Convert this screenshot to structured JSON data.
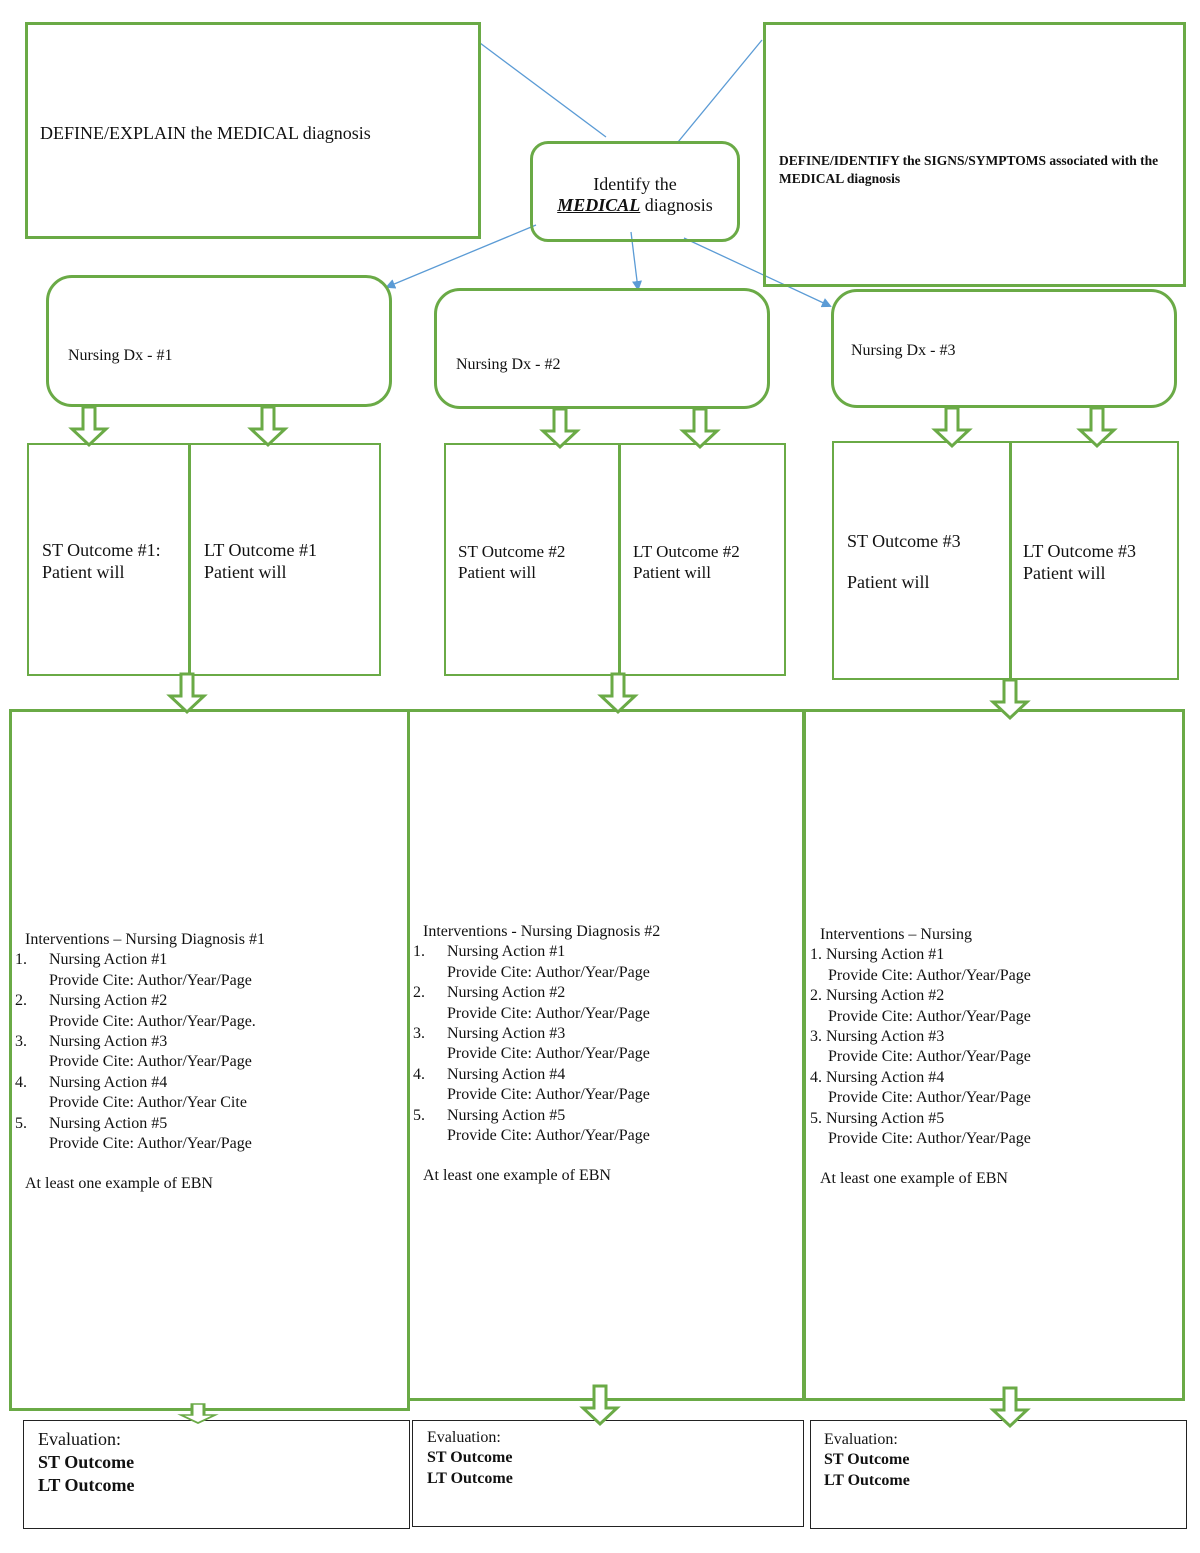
{
  "colors": {
    "border_green": "#6aaa46",
    "connector_blue": "#5b9bd5",
    "eval_border": "#222222"
  },
  "medical": {
    "define_explain": "DEFINE/EXPLAIN the MEDICAL diagnosis",
    "identify_line1": "Identify the",
    "identify_em": "MEDICAL",
    "identify_rest": " diagnosis",
    "define_signs": "DEFINE/IDENTIFY the SIGNS/SYMPTOMS associated with the MEDICAL diagnosis"
  },
  "columns": [
    {
      "nursing_dx": "Nursing Dx - #1",
      "st_title": "ST Outcome #1:",
      "st_sub": "Patient will",
      "lt_title": "LT Outcome #1",
      "lt_sub": "Patient will",
      "interventions_title": "Interventions – Nursing Diagnosis #1",
      "actions": [
        {
          "num": "1.",
          "title": "Nursing Action #1",
          "cite": "Provide Cite: Author/Year/Page"
        },
        {
          "num": "2.",
          "title": "Nursing Action #2",
          "cite": "Provide Cite: Author/Year/Page."
        },
        {
          "num": "3.",
          "title": "Nursing Action #3",
          "cite": "Provide Cite:  Author/Year/Page"
        },
        {
          "num": "4.",
          "title": "Nursing Action #4",
          "cite": "Provide Cite: Author/Year Cite"
        },
        {
          "num": "5.",
          "title": "Nursing Action #5",
          "cite": "Provide Cite: Author/Year/Page"
        }
      ],
      "ebn": "At least one example of EBN",
      "eval_label": "Evaluation:",
      "eval_st": "ST Outcome",
      "eval_lt": "LT Outcome"
    },
    {
      "nursing_dx": "Nursing Dx - #2",
      "st_title": "ST Outcome #2",
      "st_sub": "Patient will",
      "lt_title": "LT Outcome #2",
      "lt_sub": "Patient will",
      "interventions_title": "Interventions - Nursing Diagnosis #2",
      "actions": [
        {
          "num": "1.",
          "title": "Nursing Action #1",
          "cite": "Provide Cite: Author/Year/Page"
        },
        {
          "num": "2.",
          "title": "Nursing Action #2",
          "cite": "Provide Cite: Author/Year/Page"
        },
        {
          "num": "3.",
          "title": "Nursing Action #3",
          "cite": "Provide Cite: Author/Year/Page"
        },
        {
          "num": "4.",
          "title": "Nursing Action #4",
          "cite": "Provide Cite: Author/Year/Page"
        },
        {
          "num": "5.",
          "title": "Nursing Action #5",
          "cite": "Provide Cite: Author/Year/Page"
        }
      ],
      "ebn": "At least one example of EBN",
      "eval_label": "Evaluation:",
      "eval_st": "ST Outcome",
      "eval_lt": "LT Outcome"
    },
    {
      "nursing_dx": "Nursing Dx - #3",
      "st_title": "ST Outcome #3",
      "st_sub": "Patient will",
      "lt_title": "LT Outcome #3",
      "lt_sub": "Patient will",
      "interventions_title": "Interventions – Nursing",
      "actions": [
        {
          "num": "1.",
          "title": "Nursing Action #1",
          "cite": "Provide Cite: Author/Year/Page"
        },
        {
          "num": "2.",
          "title": "Nursing Action #2",
          "cite": "Provide Cite: Author/Year/Page"
        },
        {
          "num": "3.",
          "title": "Nursing Action #3",
          "cite": "Provide Cite: Author/Year/Page"
        },
        {
          "num": "4.",
          "title": "Nursing Action #4",
          "cite": "Provide Cite: Author/Year/Page"
        },
        {
          "num": "5.",
          "title": "Nursing Action #5",
          "cite": "Provide Cite: Author/Year/Page"
        }
      ],
      "ebn": "At least one example of EBN",
      "eval_label": "Evaluation:",
      "eval_st": "ST Outcome",
      "eval_lt": "LT Outcome"
    }
  ]
}
